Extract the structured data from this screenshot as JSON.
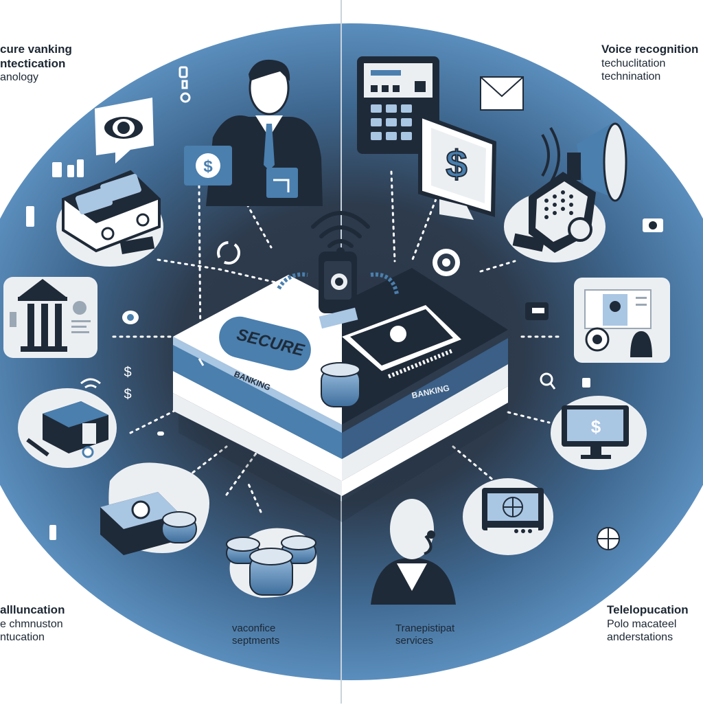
{
  "corner_labels": {
    "top_left": [
      "cure vanking",
      "ntectication",
      "anology"
    ],
    "top_right": [
      "Voice recognition",
      "techuclitation",
      "technination"
    ],
    "bottom_left": [
      "allluncation",
      "e chmnuston",
      "ntucation"
    ],
    "bottom_right": [
      "Telelopucation",
      "Polo macateel",
      "anderstations"
    ]
  },
  "bottom_labels": {
    "left": [
      "vaconfice",
      "septments"
    ],
    "right": [
      "Tranepistipat",
      "services"
    ]
  },
  "platform": {
    "pill_text": "SECURE",
    "left_band_text": "BANKING",
    "right_band_text": "BANKING"
  },
  "symbols": {
    "currency": "$",
    "currency_icon": "dollar-icon"
  },
  "colors": {
    "navy": "#1f2a38",
    "steel_blue": "#4a7fae",
    "light_blue": "#a9c6e3",
    "pale": "#eceff2",
    "white": "#ffffff"
  }
}
